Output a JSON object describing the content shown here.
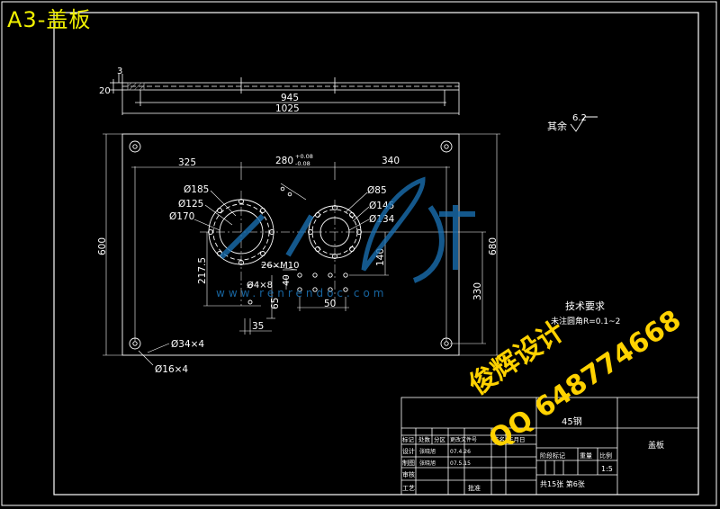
{
  "sheet_label": "A3-盖板",
  "roughness": {
    "prefix": "其余",
    "value": "6.2"
  },
  "dimensions": {
    "d3": "3",
    "d20": "20",
    "d945": "945",
    "d1025": "1025",
    "d325": "325",
    "d280": "280",
    "tol_hi": "+0.08",
    "tol_lo": "-0.08",
    "d340": "340",
    "d600": "600",
    "d680": "680",
    "d217_5": "217.5",
    "d330": "330",
    "d140": "140",
    "d65": "65",
    "d35": "35",
    "d50": "50",
    "d40": "40",
    "phi185": "Ø185",
    "phi125": "Ø125",
    "phi170": "Ø170",
    "phi85": "Ø85",
    "phi145": "Ø145",
    "phi134": "Ø134",
    "m10": "26×M10",
    "phi4": "Ø4×8",
    "phi34": "Ø34×4",
    "phi16": "Ø16×4"
  },
  "tech_req": {
    "title": "技术要求",
    "line1": "未注圆角R=0.1~2"
  },
  "watermark": {
    "url": "www.renrendoc.com",
    "cn_name": "俊辉设计",
    "qq": "QQ 648774668"
  },
  "title_block": {
    "material": "45钢",
    "part_name": "盖板",
    "hdr_labels": [
      "标记",
      "处数",
      "分区",
      "更改文件号",
      "签名",
      "年月日"
    ],
    "row_design": "设计",
    "designer": "张晓旭",
    "design_date": "07.4.26",
    "row_draw": "制图",
    "drawer": "张晓旭",
    "draw_date": "07.5.15",
    "row_check": "审核",
    "row_process": "工艺",
    "row_approve": "批准",
    "mark_hdr": "阶段标记",
    "weight_hdr": "重量",
    "scale_hdr": "比例",
    "scale": "1:5",
    "sheets": "共15张 第6张"
  },
  "colors": {
    "line": "#ffffff",
    "title_tag": "#f0f000",
    "watermark_blue": "#1a6fb0",
    "watermark_yellow": "#ffd200"
  }
}
